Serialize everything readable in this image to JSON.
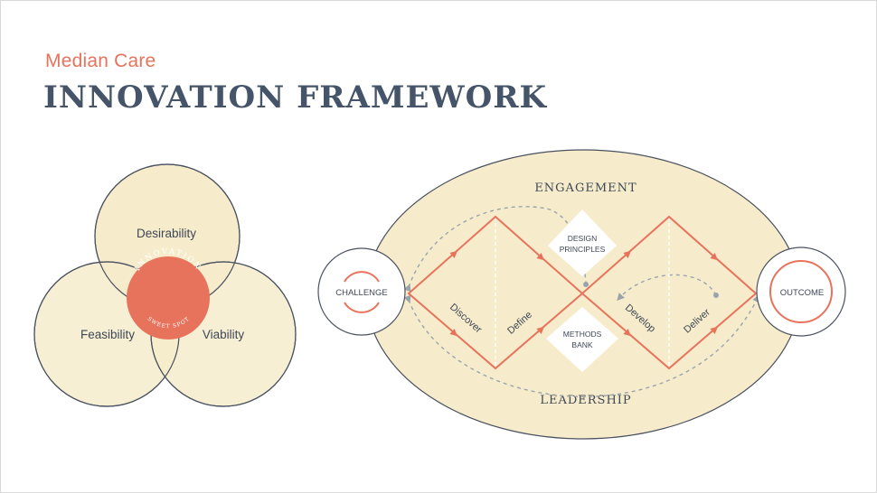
{
  "header": {
    "subtitle": "Median Care",
    "title": "INNOVATION FRAMEWORK"
  },
  "venn": {
    "circles": {
      "desirability": "Desirability",
      "feasibility": "Feasibility",
      "viability": "Viability"
    },
    "center": {
      "top_label": "INNOVATION",
      "bottom_label": "SWEET SPOT"
    }
  },
  "double_diamond": {
    "engagement": "ENGAGEMENT",
    "leadership": "LEADERSHIP",
    "challenge": "CHALLENGE",
    "outcome": "OUTCOME",
    "phases": {
      "discover": "Discover",
      "define": "Define",
      "develop": "Develop",
      "deliver": "Deliver"
    },
    "design_principles": [
      "DESIGN",
      "PRINCIPLES"
    ],
    "methods_bank": [
      "METHODS",
      "BANK"
    ]
  },
  "colors": {
    "accent": "#e8735c",
    "navy": "#455468",
    "cream": "#f6eccb",
    "outline": "#4a5160"
  }
}
